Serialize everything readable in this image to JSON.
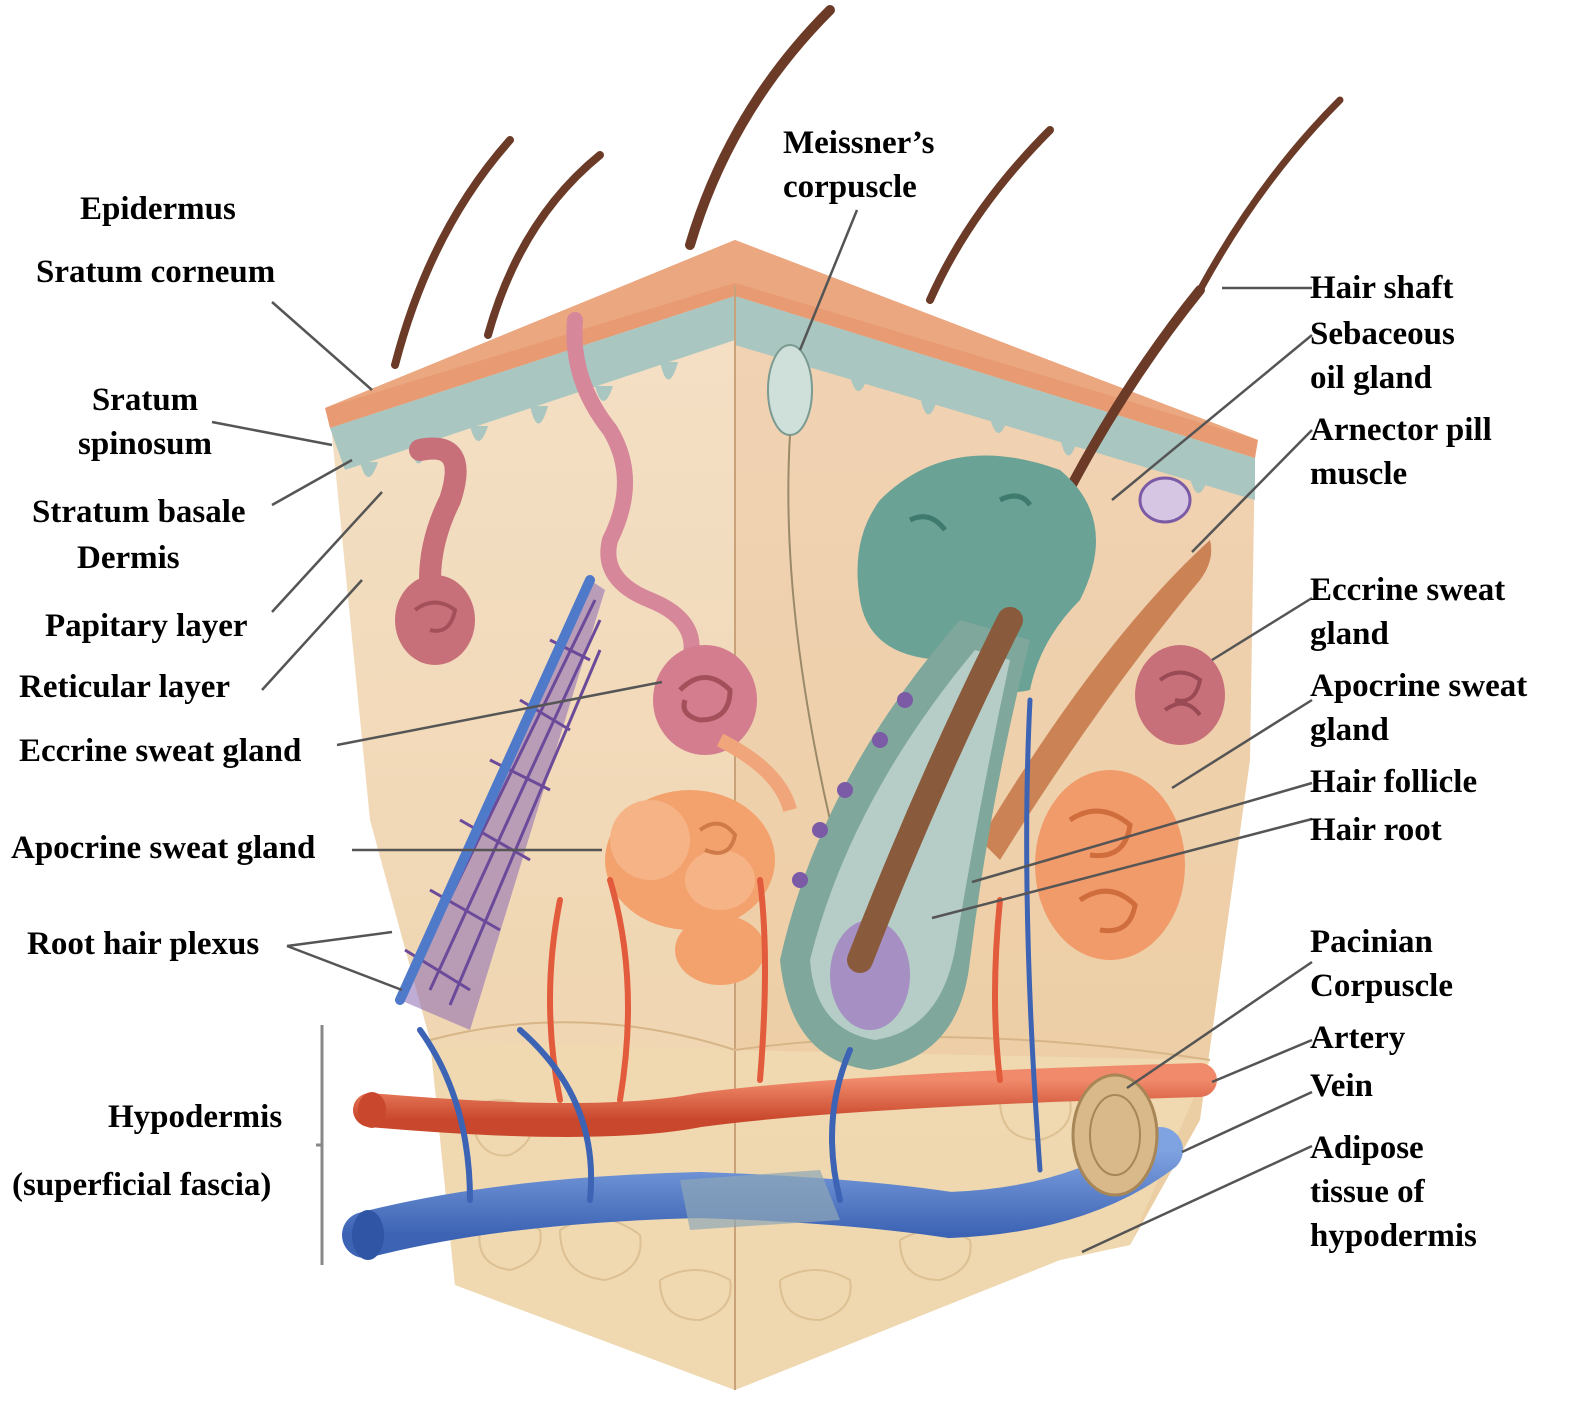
{
  "labels": {
    "epidermus": "Epidermus",
    "stratum_corneum": "Sratum corneum",
    "stratum_spinosum_1": "Sratum",
    "stratum_spinosum_2": "spinosum",
    "stratum_basale": "Stratum basale",
    "dermis": "Dermis",
    "papillary_layer": "Papitary layer",
    "reticular_layer": "Reticular layer",
    "eccrine_left": "Eccrine sweat gland",
    "apocrine_left": "Apocrine sweat gland",
    "root_hair_plexus": "Root hair plexus",
    "hypodermis": "Hypodermis",
    "superficial_fascia": "(superficial fascia)",
    "meissner_1": "Meissner’s",
    "meissner_2": "corpuscle",
    "hair_shaft": "Hair shaft",
    "sebaceous_1": "Sebaceous",
    "sebaceous_2": "oil gland",
    "arrector_1": "Arnector pill",
    "arrector_2": "muscle",
    "eccrine_right_1": "Eccrine sweat",
    "eccrine_right_2": "gland",
    "apocrine_right_1": "Apocrine sweat",
    "apocrine_right_2": "gland",
    "hair_follicle": "Hair follicle",
    "hair_root": "Hair root",
    "pacinian_1": "Pacinian",
    "pacinian_2": "Corpuscle",
    "artery": "Artery",
    "vein": "Vein",
    "adipose_1": "Adipose",
    "adipose_2": "tissue of",
    "adipose_3": "hypodermis"
  },
  "colors": {
    "stratum_corneum": "#e8946c",
    "epidermis": "#a9c6c0",
    "dermis": "#f2d7b8",
    "hypodermis": "#efd3a6",
    "artery": "#e25b3c",
    "vein": "#4f79c9",
    "hair": "#6b3b28",
    "sebaceous": "#5f9a8e",
    "plexus": "#7b5aa6",
    "gland_pink": "#c8707a",
    "gland_orange": "#f3a26e",
    "leader_line": "#555555"
  }
}
